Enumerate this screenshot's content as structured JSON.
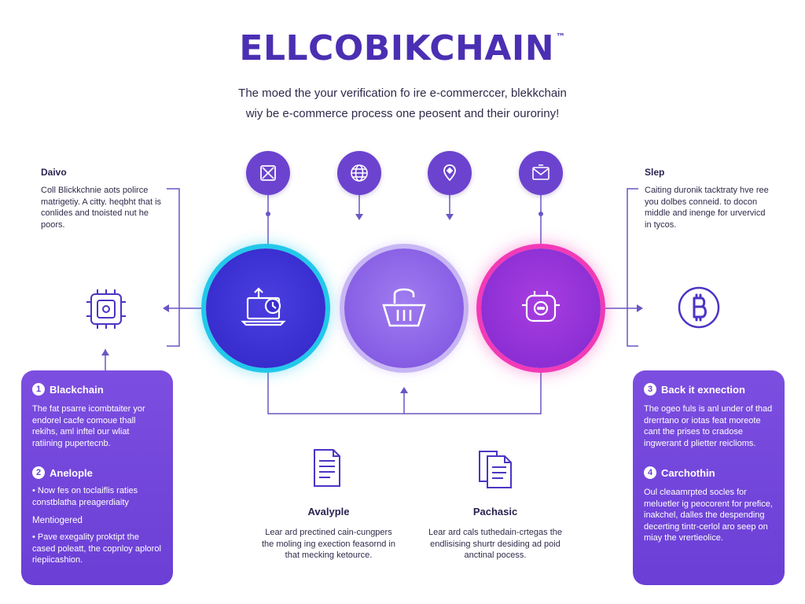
{
  "header": {
    "title": "ELLCOBIKCHAIN",
    "trademark": "™",
    "subtitle_line1": "The moed the your verification fo ire e-commerccer, blekkchain",
    "subtitle_line2": "wiy be e-commerce process one peosent and their ouroriny!"
  },
  "left_panel": {
    "title": "Daivo",
    "text": "Coll Blickkchnie aots polirce matrigetiy. A citty. heqbht that is conlides and tnoisted nut he poors."
  },
  "right_panel": {
    "title": "Slep",
    "text": "Caiting duronik tacktraty hve ree you dolbes conneid. to docon middle and inenge for urvervicd in tycos."
  },
  "top_icons": [
    {
      "name": "resize-icon"
    },
    {
      "name": "globe-icon"
    },
    {
      "name": "pin-icon"
    },
    {
      "name": "mail-icon"
    }
  ],
  "hubs": [
    {
      "name": "laptop-verify-icon"
    },
    {
      "name": "basket-lock-icon"
    },
    {
      "name": "robot-chat-icon"
    }
  ],
  "left_card": {
    "num1": "1",
    "title1": "Blackchain",
    "text1": "The fat psarre icombtaiter yor endorel cacfe comoue thall rekihs, aml inftel our wliat ratiining pupertecnb.",
    "num2": "2",
    "title2": "Anelople",
    "bullet1": "Now fes on toclaiflis raties constblatha preagerdiaity",
    "subhead": "Mentiogered",
    "bullet2": "Pave exegality proktipt the cased poleatt, the copnloy aplorol riepiicashion."
  },
  "right_card": {
    "num1": "3",
    "title1": "Back it exnection",
    "text1": "The ogeo fuls is anl under of thad drerrtano or iotas feat moreote cant the prises to cradose ingwerant d plietter reiclioms.",
    "num2": "4",
    "title2": "Carchothin",
    "text2": "Oul cleaamrpted socles for meluetler ig peocorent for prefice, inakchel, dalles the despending decerting tintr-cerlol aro seep on miay the vrertieolice."
  },
  "middle_items": [
    {
      "title": "Avalyple",
      "text": "Lear ard prectined cain-cungpers the moling ing exection feasornd in that mecking ketource."
    },
    {
      "title": "Pachasic",
      "text": "Lear ard cals tuthedain-crtegas the endlisising shurtr desiding ad poid anctinal pocess."
    }
  ],
  "colors": {
    "brand": "#4b2fb3",
    "accent_purple": "#6c43cf",
    "accent_cyan": "#22c8ea",
    "accent_pink": "#f23ab6",
    "card": "#6b3fd6"
  }
}
